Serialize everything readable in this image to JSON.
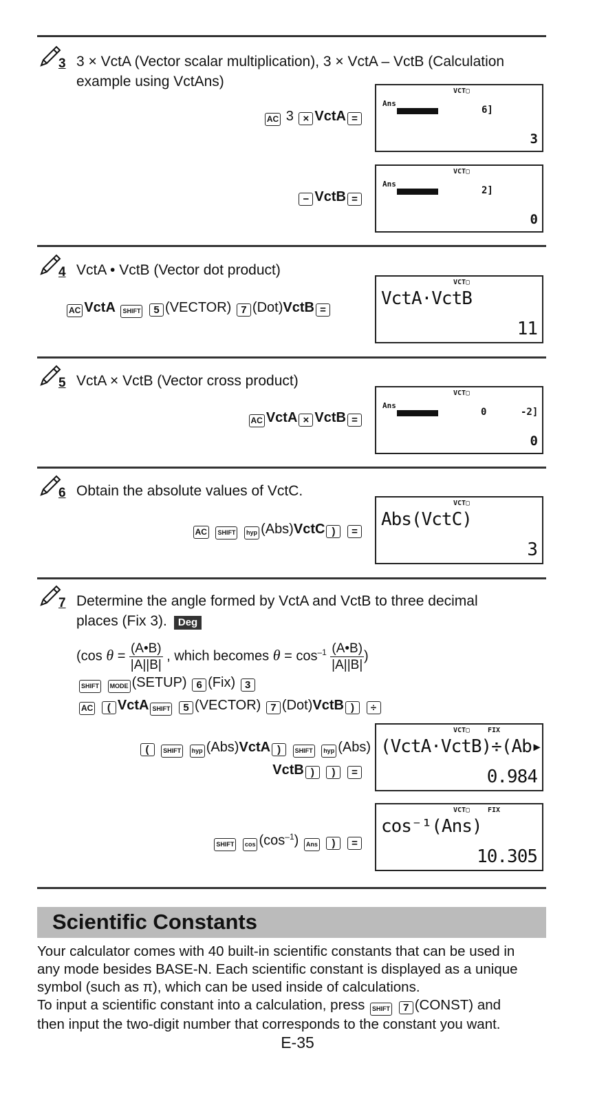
{
  "ex3": {
    "num": "3",
    "line1": "3 × VctA (Vector scalar multiplication), 3 × VctA – VctB (Calculation",
    "line2": "example using VctAns)",
    "step1": {
      "k_ac": "AC",
      "txt3": "3",
      "k_times": "×",
      "bold": "VctA",
      "k_eq": "="
    },
    "step2": {
      "k_minus": "−",
      "bold": "VctB",
      "k_eq": "="
    },
    "lcd1": {
      "ind": "VCT▢",
      "ans": "Ans",
      "row": "6]",
      "res": "3"
    },
    "lcd2": {
      "ind": "VCT▢",
      "ans": "Ans",
      "row": "2]",
      "res": "0"
    }
  },
  "ex4": {
    "num": "4",
    "title": "VctA • VctB (Vector dot product)",
    "k_ac": "AC",
    "b1": "VctA",
    "k_shift": "SHIFT",
    "k5": "5",
    "t_vector": "(VECTOR)",
    "k7": "7",
    "t_dot": "(Dot)",
    "b2": "VctB",
    "k_eq": "=",
    "lcd": {
      "ind": "VCT▢",
      "expr": "VctA·VctB",
      "res": "11"
    }
  },
  "ex5": {
    "num": "5",
    "title": "VctA × VctB (Vector cross product)",
    "k_ac": "AC",
    "b1": "VctA",
    "k_times": "×",
    "b2": "VctB",
    "k_eq": "=",
    "lcd": {
      "ind": "VCT▢",
      "ans": "Ans",
      "row_mid": "0",
      "row_right": "-2]",
      "res": "0"
    }
  },
  "ex6": {
    "num": "6",
    "title": "Obtain the absolute values of VctC.",
    "k_ac": "AC",
    "k_shift": "SHIFT",
    "k_hyp": "hyp",
    "t_abs": "(Abs)",
    "b1": "VctC",
    "k_rp": ")",
    "k_eq": "=",
    "lcd": {
      "ind": "VCT▢",
      "expr": "Abs(VctC)",
      "res": "3"
    }
  },
  "ex7": {
    "num": "7",
    "line1": "Determine the angle formed by VctA and VctB to three decimal",
    "line2": "places (Fix 3).",
    "deg": "Deg",
    "formula": {
      "open": "(cos",
      "theta": "θ",
      "eq": "=",
      "f_num": "(A•B)",
      "f_den": "|A||B|",
      "mid": ", which becomes",
      "eq2": "= cos",
      "sup": "–1",
      "close": ")"
    },
    "setup": {
      "k_shift": "SHIFT",
      "k_mode": "MODE",
      "t_setup": "(SETUP)",
      "k6": "6",
      "t_fix": "(Fix)",
      "k3": "3"
    },
    "line_a": {
      "k_ac": "AC",
      "k_lp": "(",
      "b1": "VctA",
      "k_shift": "SHIFT",
      "k5": "5",
      "t_vector": "(VECTOR)",
      "k7": "7",
      "t_dot": "(Dot)",
      "b2": "VctB",
      "k_rp": ")",
      "k_div": "÷"
    },
    "line_b": {
      "k_lp": "(",
      "k_shift": "SHIFT",
      "k_hyp": "hyp",
      "t_abs": "(Abs)",
      "b1": "VctA",
      "k_rp": ")",
      "k_shift2": "SHIFT",
      "k_hyp2": "hyp",
      "t_abs2": "(Abs)"
    },
    "line_c": {
      "b1": "VctB",
      "k_rp": ")",
      "k_rp2": ")",
      "k_eq": "="
    },
    "line_d": {
      "k_shift": "SHIFT",
      "k_cos": "cos",
      "t_cos": "(cos",
      "t_sup": "–1",
      "t_close": ")",
      "k_ans": "Ans",
      "k_rp": ")",
      "k_eq": "="
    },
    "lcd1": {
      "ind": "VCT▢",
      "ind2": "FIX",
      "expr": "(VctA·VctB)÷(Ab▸",
      "res": "0.984"
    },
    "lcd2": {
      "ind": "VCT▢",
      "ind2": "FIX",
      "expr": "cos⁻¹(Ans)",
      "res": "10.305"
    }
  },
  "section": {
    "title": "Scientific Constants",
    "p1": [
      "Your calculator comes with 40 built-in scientific constants that can be used in",
      "any mode besides BASE-N. Each scientific constant is displayed as a unique",
      "symbol (such as π), which can be used inside of calculations."
    ],
    "p2a": "To input a scientific constant into a calculation, press",
    "p2_shift": "SHIFT",
    "p2_k7": "7",
    "p2_const": "(CONST) and",
    "p2b": "then input the two-digit number that corresponds to the constant you want."
  },
  "page_number": "E-35"
}
